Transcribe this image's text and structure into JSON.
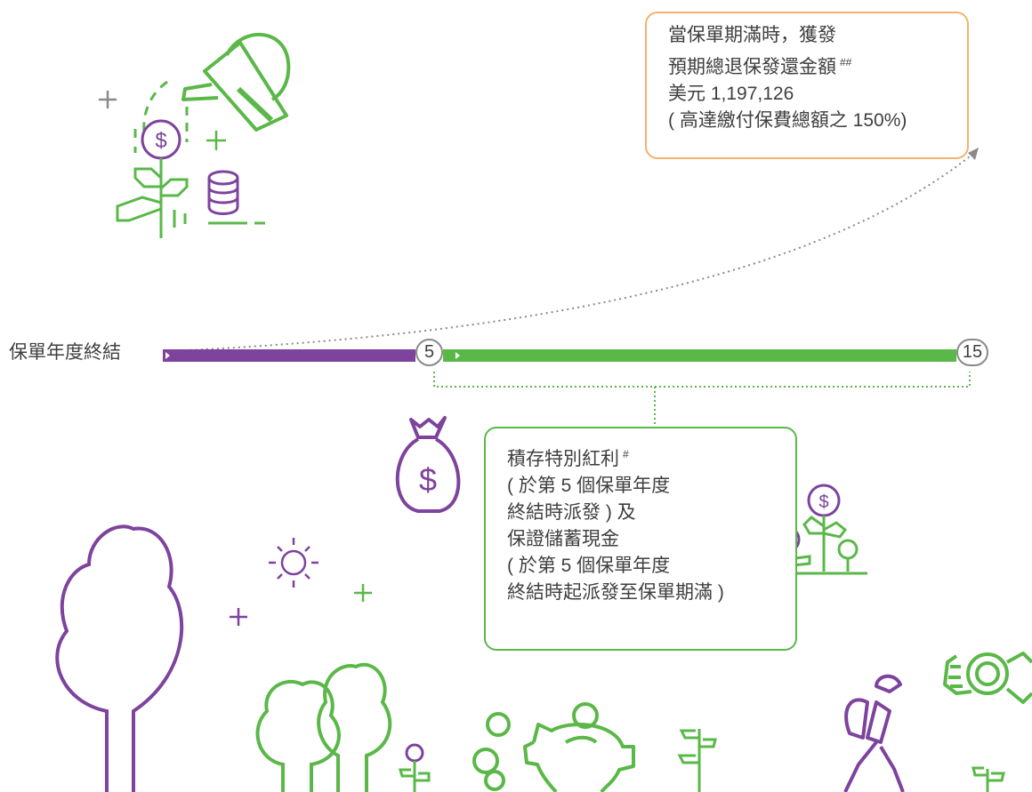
{
  "colors": {
    "purple": "#7d439d",
    "green": "#5ab848",
    "orange": "#f5b26b",
    "gray": "#8a8a8a",
    "text": "#3f3f3f"
  },
  "timeline": {
    "label": "保單年度終結",
    "marker_start": "5",
    "marker_end": "15"
  },
  "maturity_callout": {
    "line1": "當保單期滿時，獲發",
    "line2": "預期總退保發還金額",
    "line2_mark": "##",
    "line3": "美元 1,197,126",
    "line4": "( 高達繳付保費總額之 150%)"
  },
  "bonus_callout": {
    "line1": "積存特別紅利",
    "line1_mark": "#",
    "line2": "( 於第 5 個保單年度",
    "line3": "終結時派發 ) 及",
    "line4": "保證儲蓄現金",
    "line5": "( 於第 5 個保單年度",
    "line6": "終結時起派發至保單期滿 )"
  },
  "icons": [
    "watering-can-icon",
    "money-plant-icon",
    "coin-stack-icon",
    "money-bag-icon",
    "money-plants-icon",
    "sun-icon",
    "plus-icon",
    "tree-icon",
    "piggy-bank-icon",
    "coins-icon",
    "sprout-icon",
    "hiker-icon",
    "camera-icon"
  ]
}
